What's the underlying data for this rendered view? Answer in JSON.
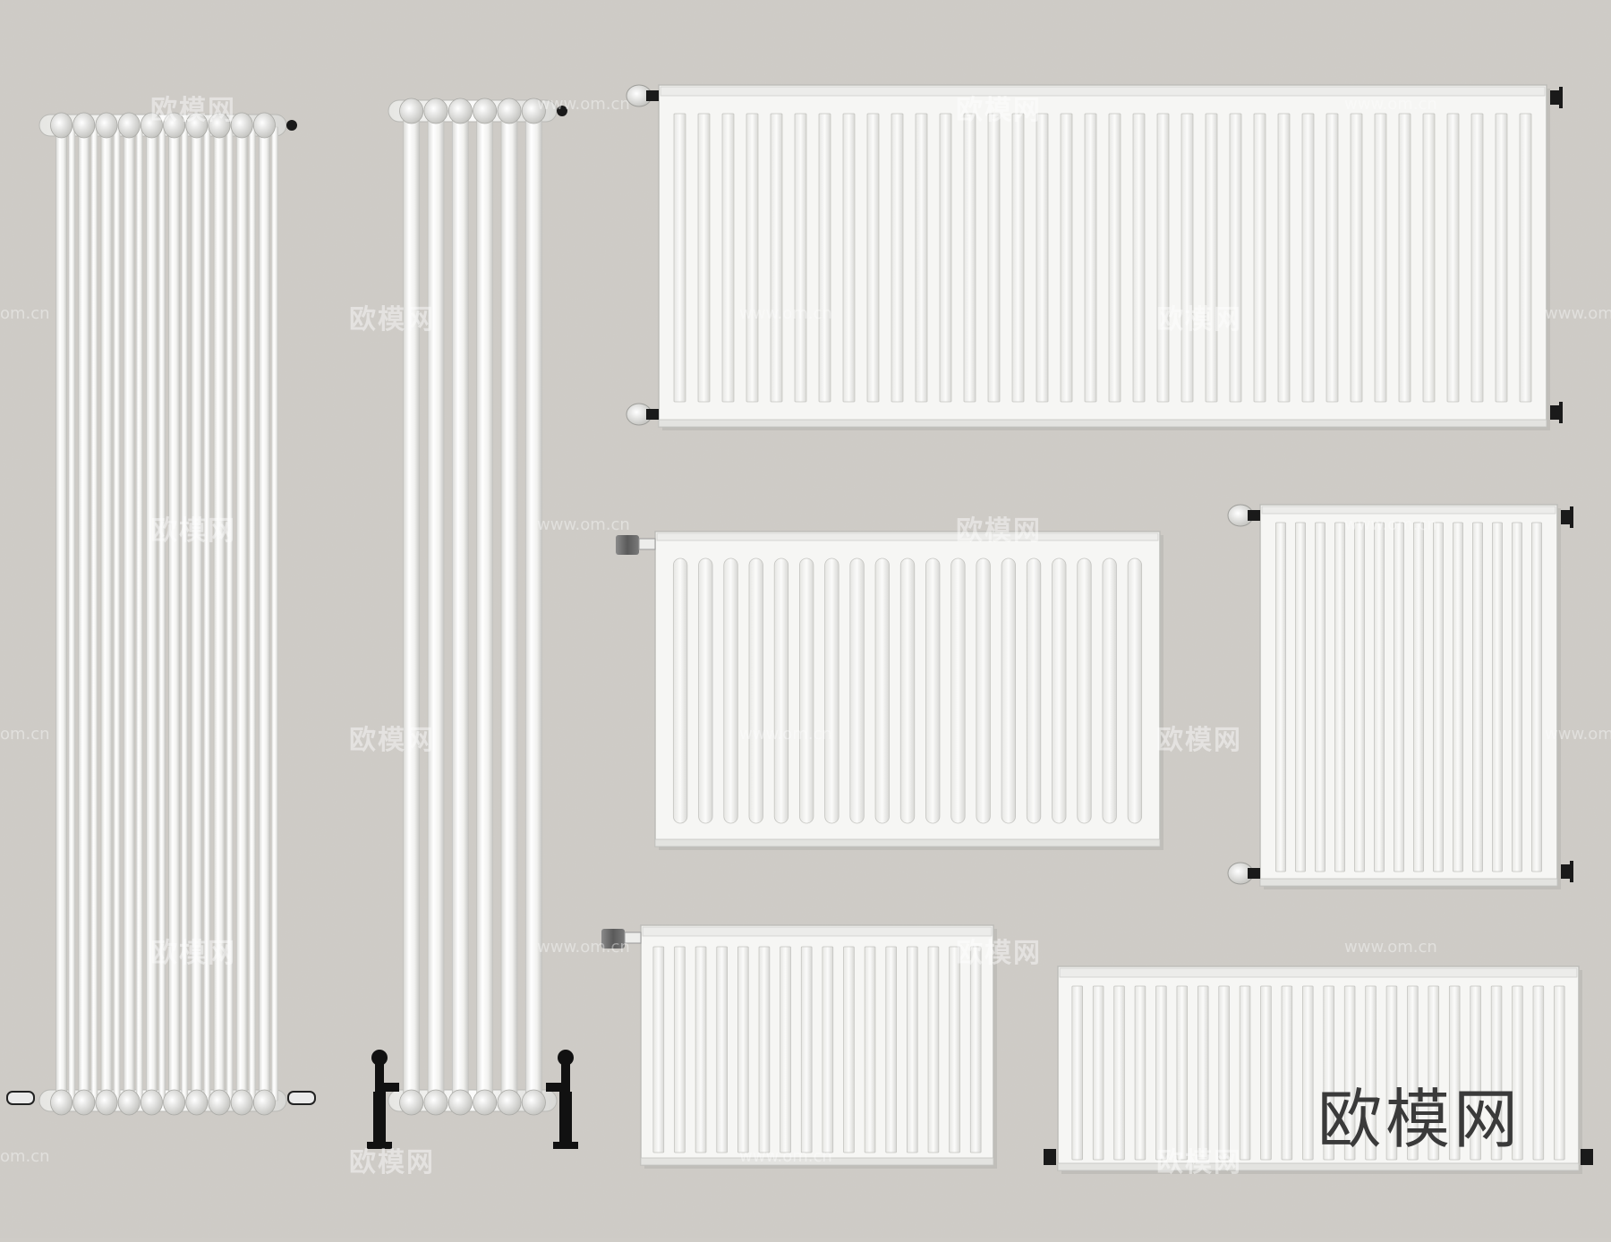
{
  "watermark": {
    "brand": "欧模网",
    "url": "www.om.cn",
    "url_short": "om.cn"
  },
  "logo_text": "欧模网",
  "colors": {
    "background": "#cfccc7",
    "radiator_white": "#f4f4f2",
    "radiator_shadow": "#c9c9c6",
    "valve_black": "#1a1a1a",
    "valve_grey": "#6d6d6d"
  },
  "radiators": [
    {
      "name": "column-radiator-tall-left",
      "type": "column",
      "columns": 10
    },
    {
      "name": "column-radiator-tall-middle",
      "type": "column",
      "columns": 6
    },
    {
      "name": "panel-radiator-large-top",
      "type": "panel",
      "fins": 36
    },
    {
      "name": "panel-radiator-middle-center",
      "type": "panel",
      "fins": 19
    },
    {
      "name": "panel-radiator-middle-right",
      "type": "panel",
      "fins": 14
    },
    {
      "name": "panel-radiator-bottom-center",
      "type": "panel",
      "fins": 16
    },
    {
      "name": "panel-radiator-bottom-right",
      "type": "panel",
      "fins": 24
    }
  ]
}
